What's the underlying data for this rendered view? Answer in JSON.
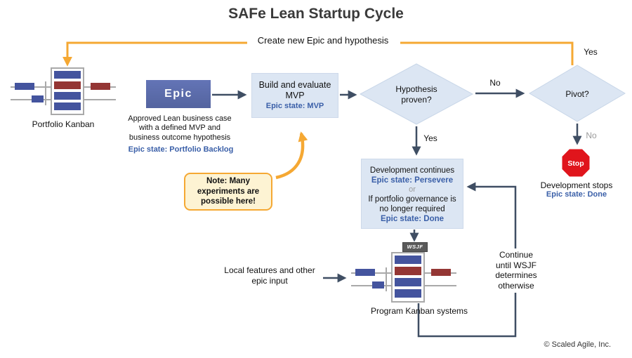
{
  "title": "SAFe Lean Startup Cycle",
  "colors": {
    "arrow": "#3f4e63",
    "orange": "#f5a833",
    "epic_state_blue": "#3a5fa8",
    "node_fill": "#dce6f3",
    "epic_box_fill": "#54649f",
    "stop_red": "#e0151c"
  },
  "loop_top": {
    "label": "Create new Epic and hypothesis",
    "yes": "Yes"
  },
  "portfolio_kanban": {
    "label": "Portfolio Kanban"
  },
  "epic": {
    "label": "Epic",
    "description": "Approved Lean business case with a defined MVP and business outcome hypothesis",
    "state": "Epic state: Portfolio Backlog"
  },
  "build_mvp": {
    "label": "Build and evaluate MVP",
    "state": "Epic state: MVP"
  },
  "hypothesis": {
    "label": "Hypothesis proven?",
    "no": "No",
    "yes": "Yes"
  },
  "pivot": {
    "label": "Pivot?",
    "no": "No"
  },
  "stop": {
    "sign_label": "Stop",
    "label": "Development stops",
    "state": "Epic state: Done"
  },
  "development": {
    "line1": "Development continues",
    "state1": "Epic state: Persevere",
    "or_label": "or",
    "line2": "If portfolio governance is no longer required",
    "state2": "Epic state: Done"
  },
  "note": {
    "label": "Note: Many experiments are possible here!"
  },
  "program_kanban": {
    "wsjf_tag": "WSJF",
    "label": "Program Kanban systems",
    "input_label": "Local features and other epic input"
  },
  "continue_loop": {
    "label": "Continue until WSJF determines otherwise"
  },
  "footer": {
    "copyright": "© Scaled Agile, Inc."
  }
}
